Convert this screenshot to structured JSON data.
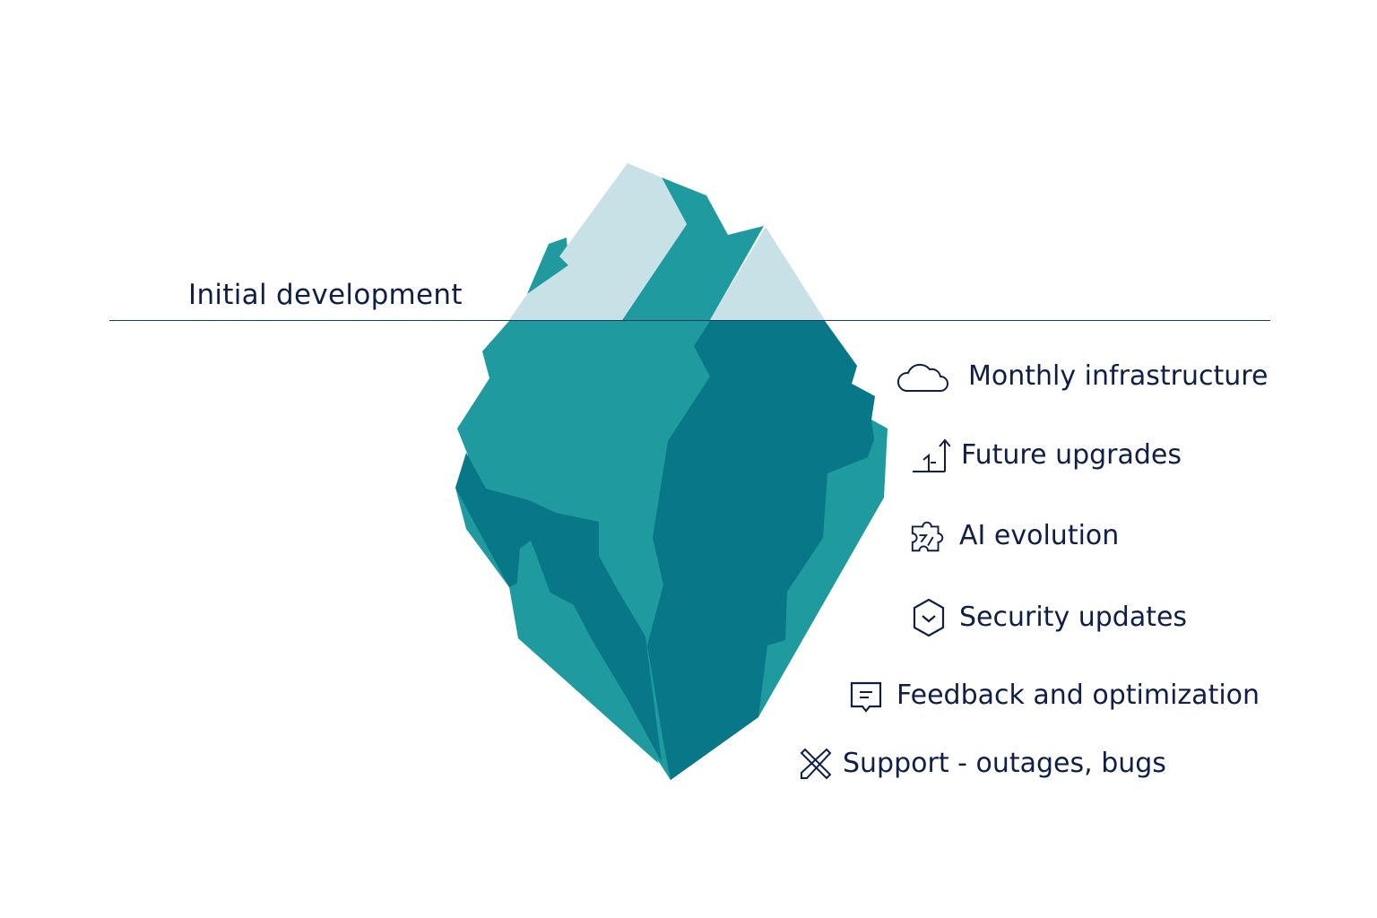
{
  "diagram": {
    "type": "iceberg",
    "colors": {
      "ice_light": "#c8e1e6",
      "teal_mid": "#1f9a9e",
      "teal_dark": "#087787",
      "text": "#0f1f45",
      "waterline": "#1c3a5a"
    },
    "above_water": {
      "label": "Initial development"
    },
    "below_water": {
      "items": [
        {
          "label": "Monthly infrastructure",
          "icon": "cloud-icon"
        },
        {
          "label": "Future upgrades",
          "icon": "upgrade-arrow-icon"
        },
        {
          "label": "AI evolution",
          "icon": "puzzle-icon"
        },
        {
          "label": "Security updates",
          "icon": "shield-check-icon"
        },
        {
          "label": "Feedback and optimization",
          "icon": "chat-feedback-icon"
        },
        {
          "label": "Support - outages, bugs",
          "icon": "tools-icon"
        }
      ]
    }
  }
}
